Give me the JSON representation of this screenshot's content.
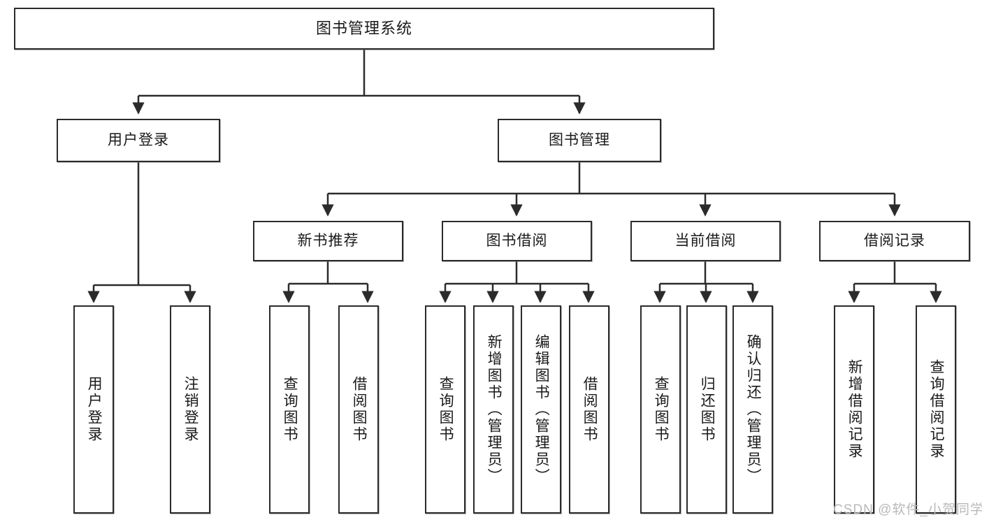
{
  "diagram": {
    "title": "图书管理系统",
    "type": "tree-hierarchy",
    "watermark": "CSDN @软件_小贺同学",
    "root": {
      "label": "图书管理系统"
    },
    "level2": [
      {
        "label": "用户登录"
      },
      {
        "label": "图书管理"
      }
    ],
    "level3": [
      {
        "label": "新书推荐"
      },
      {
        "label": "图书借阅"
      },
      {
        "label": "当前借阅"
      },
      {
        "label": "借阅记录"
      }
    ],
    "leaves": {
      "user_login": [
        {
          "label": "用户登录"
        },
        {
          "label": "注销登录"
        }
      ],
      "new_book_recommend": [
        {
          "label": "查询图书"
        },
        {
          "label": "借阅图书"
        }
      ],
      "book_borrow": [
        {
          "label": "查询图书"
        },
        {
          "label": "新增图书（管理员）"
        },
        {
          "label": "编辑图书（管理员）"
        },
        {
          "label": "借阅图书"
        }
      ],
      "current_borrow": [
        {
          "label": "查询图书"
        },
        {
          "label": "归还图书"
        },
        {
          "label": "确认归还（管理员）"
        }
      ],
      "borrow_record": [
        {
          "label": "新增借阅记录"
        },
        {
          "label": "查询借阅记录"
        }
      ]
    },
    "colors": {
      "stroke": "#2b2b2b",
      "fill": "#ffffff",
      "text": "#1a1a1a",
      "watermark": "#b9b9b9"
    }
  }
}
